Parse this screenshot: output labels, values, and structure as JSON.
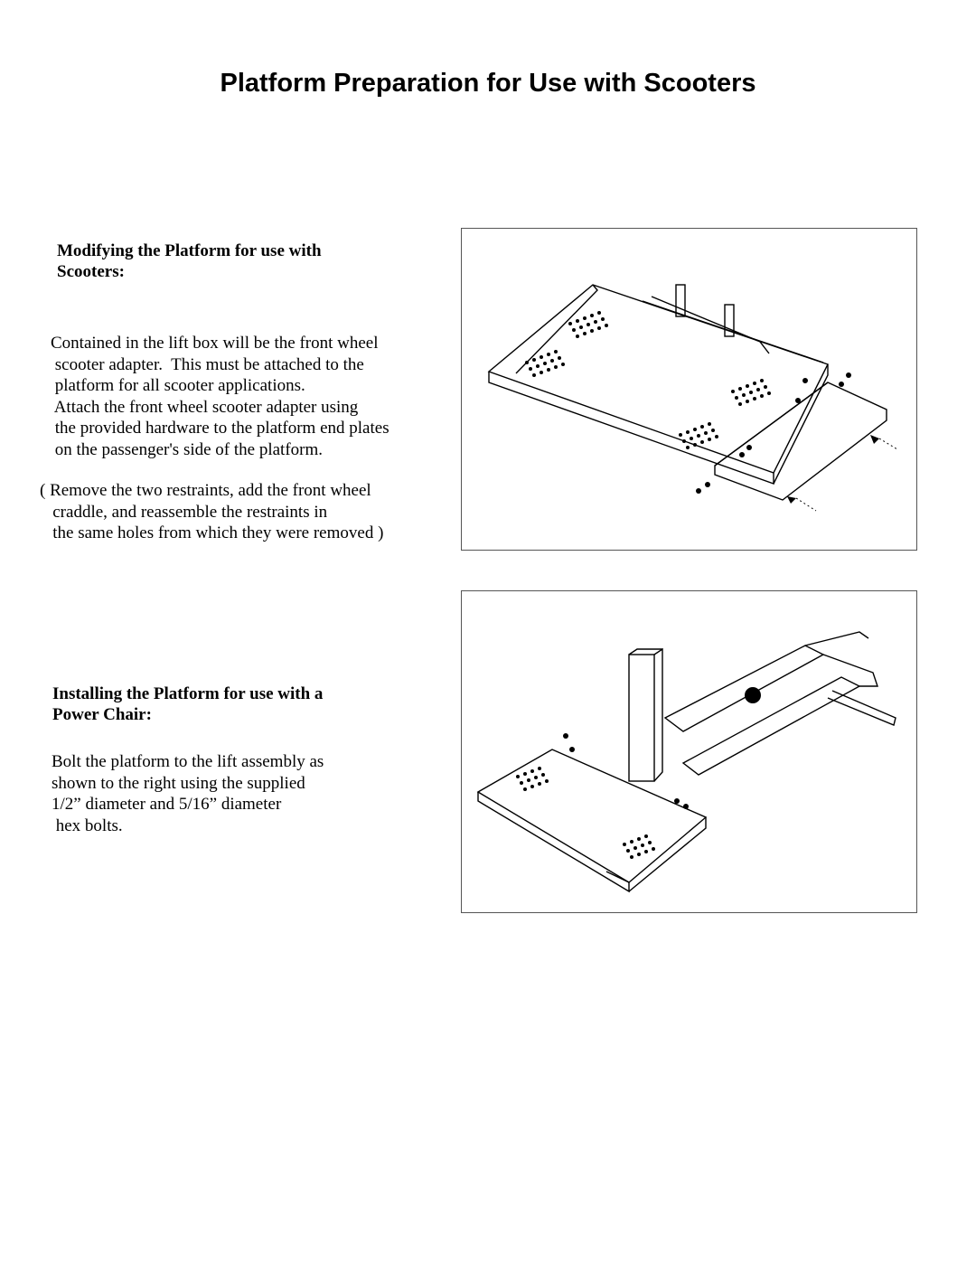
{
  "page": {
    "title": "Platform Preparation for Use with Scooters"
  },
  "section1": {
    "heading": "Modifying the Platform for use with\nScooters:",
    "paragraph": "Contained in the lift box will be the front wheel\n scooter adapter.  This must be attached to the\n platform for all scooter applications.\n Attach the front wheel scooter adapter using\n the provided hardware to the platform end plates\n on the passenger's side of the platform.",
    "note": "( Remove the two restraints, add the front wheel\n   craddle, and reassemble the restraints in\n   the same holes from which they were removed )"
  },
  "section2": {
    "heading": "Installing the Platform for use with a\nPower Chair:",
    "paragraph": "Bolt the platform to the lift assembly as\nshown to the right using the supplied\n1/2” diameter and 5/16” diameter\n hex bolts."
  },
  "figures": {
    "figure1_icon": "platform-with-scooter-adapter-drawing",
    "figure2_icon": "platform-bolted-to-lift-assembly-drawing"
  }
}
